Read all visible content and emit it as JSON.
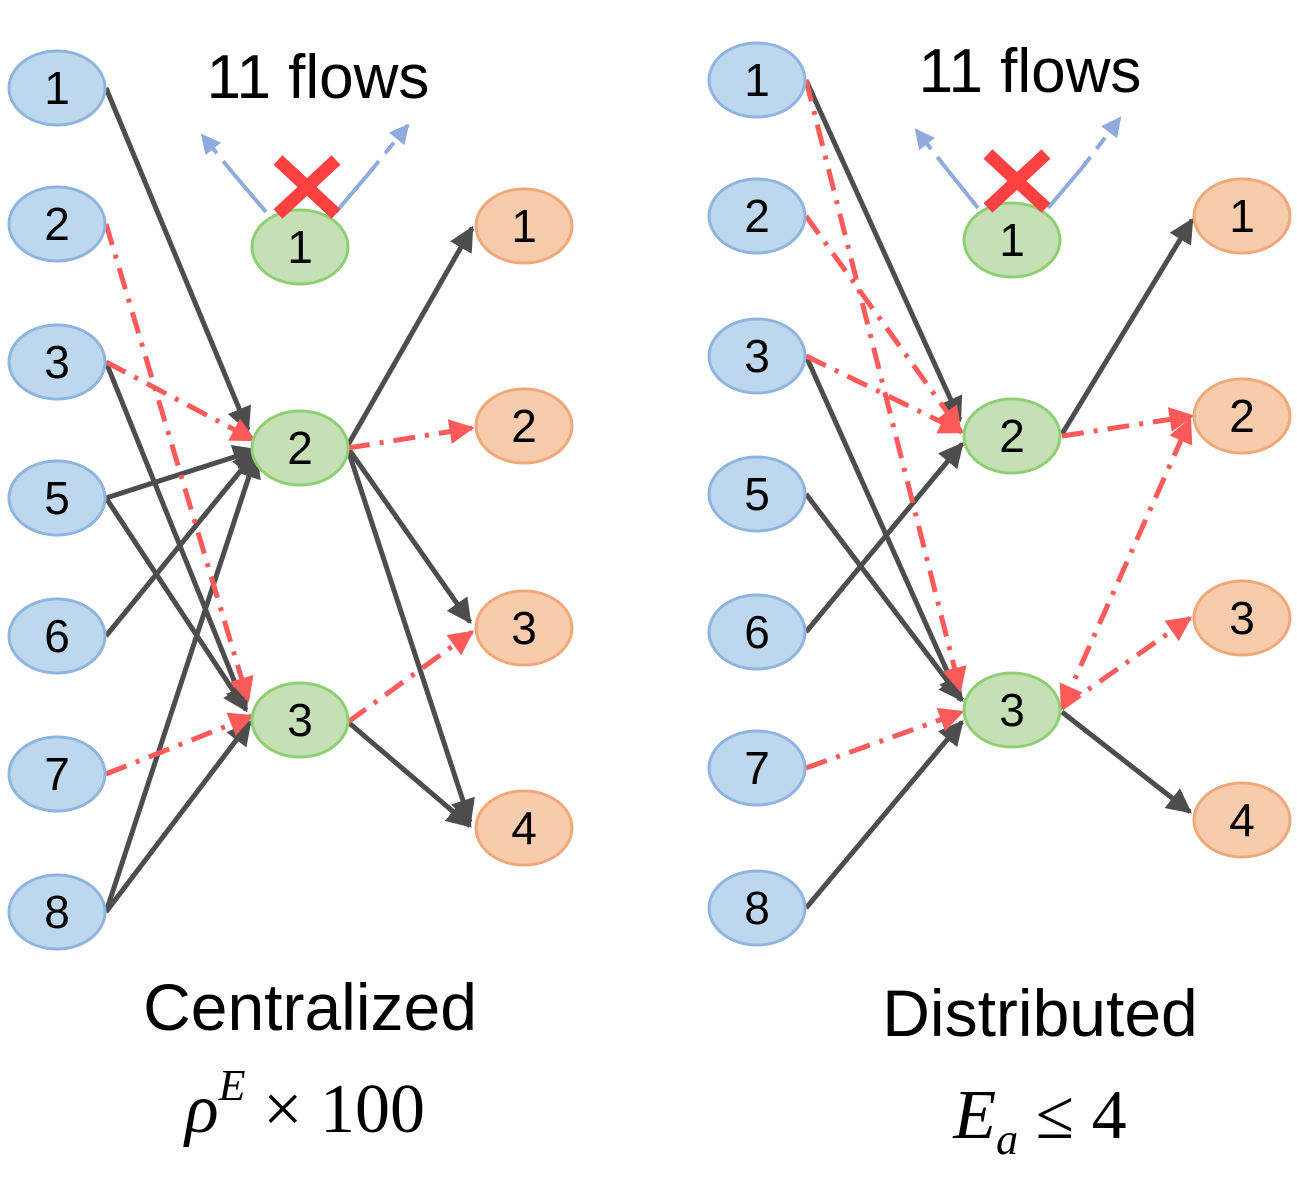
{
  "colors": {
    "source_fill": "#bdd7ee",
    "source_stroke": "#8fb4e0",
    "relay_fill": "#c5e0b4",
    "relay_stroke": "#8fcf73",
    "dest_fill": "#f8cbad",
    "dest_stroke": "#f0a878",
    "solid_edge": "#4d4d4d",
    "dashed_edge": "#ff5a5a",
    "failed_up": "#8faadc",
    "cross": "#ff4040"
  },
  "panels": [
    {
      "flows_label": "11 flows",
      "title": "Centralized",
      "formula": {
        "base": "ρ",
        "sup": "E",
        "rest": " × 100"
      },
      "sources": [
        "1",
        "2",
        "3",
        "5",
        "6",
        "7",
        "8"
      ],
      "relays": [
        "1",
        "2",
        "3"
      ],
      "dests": [
        "1",
        "2",
        "3",
        "4"
      ]
    },
    {
      "flows_label": "11 flows",
      "title": "Distributed",
      "formula": {
        "base": "E",
        "sub": "a",
        "rest": " ≤ 4"
      },
      "sources": [
        "1",
        "2",
        "3",
        "5",
        "6",
        "7",
        "8"
      ],
      "relays": [
        "1",
        "2",
        "3"
      ],
      "dests": [
        "1",
        "2",
        "3",
        "4"
      ]
    }
  ]
}
